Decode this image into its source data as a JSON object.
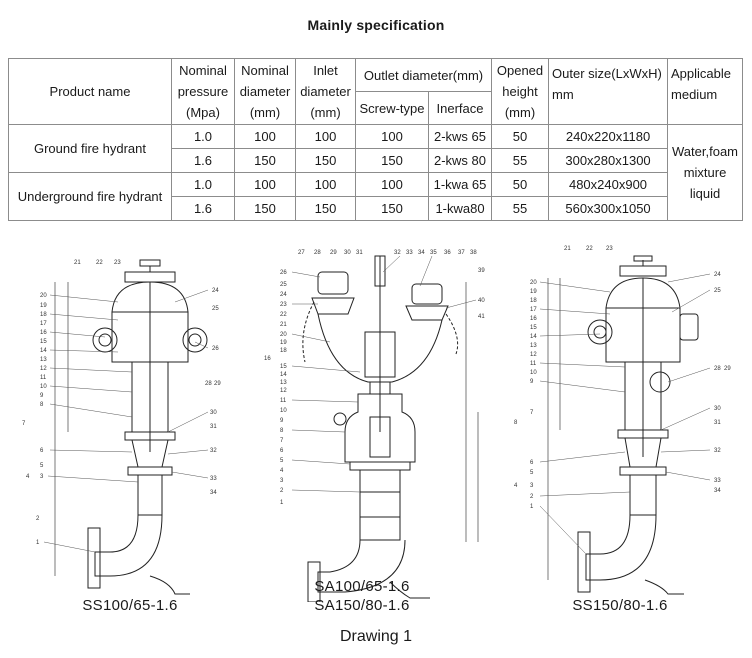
{
  "title": "Mainly specification",
  "table": {
    "headers": {
      "product_name": "Product name",
      "nominal_pressure": [
        "Nominal",
        "pressure",
        "(Mpa)"
      ],
      "nominal_diameter": [
        "Nominal",
        "diameter",
        "(mm)"
      ],
      "inlet_diameter": [
        "Inlet",
        "diameter",
        "(mm)"
      ],
      "outlet_diameter": "Outlet diameter(mm)",
      "screw_type": "Screw-type",
      "interface": "Inerface",
      "opened_height": [
        "Opened",
        "height",
        "(mm)"
      ],
      "outer_size": [
        "Outer size(LxWxH)",
        "mm"
      ],
      "applicable_medium": [
        "Applicable",
        "medium"
      ]
    },
    "groups": [
      {
        "product": "Ground fire hydrant",
        "rows": [
          {
            "pressure": "1.0",
            "nominal": "100",
            "inlet": "100",
            "screw": "100",
            "interface": "2-kws 65",
            "height": "50",
            "size": "240x220x1180"
          },
          {
            "pressure": "1.6",
            "nominal": "150",
            "inlet": "150",
            "screw": "150",
            "interface": "2-kws 80",
            "height": "55",
            "size": "300x280x1300"
          }
        ]
      },
      {
        "product": "Underground fire hydrant",
        "rows": [
          {
            "pressure": "1.0",
            "nominal": "100",
            "inlet": "100",
            "screw": "100",
            "interface": "1-kwa 65",
            "height": "50",
            "size": "480x240x900"
          },
          {
            "pressure": "1.6",
            "nominal": "150",
            "inlet": "150",
            "screw": "150",
            "interface": "1-kwa80",
            "height": "55",
            "size": "560x300x1050"
          }
        ]
      }
    ],
    "medium": [
      "Water,foam",
      "mixture",
      "liquid"
    ]
  },
  "drawings": [
    {
      "captions": [
        "SS100/65-1.6"
      ]
    },
    {
      "captions": [
        "SA100/65-1.6",
        "SA150/80-1.6"
      ]
    },
    {
      "captions": [
        "SS150/80-1.6"
      ]
    }
  ],
  "figure_title": "Drawing 1"
}
